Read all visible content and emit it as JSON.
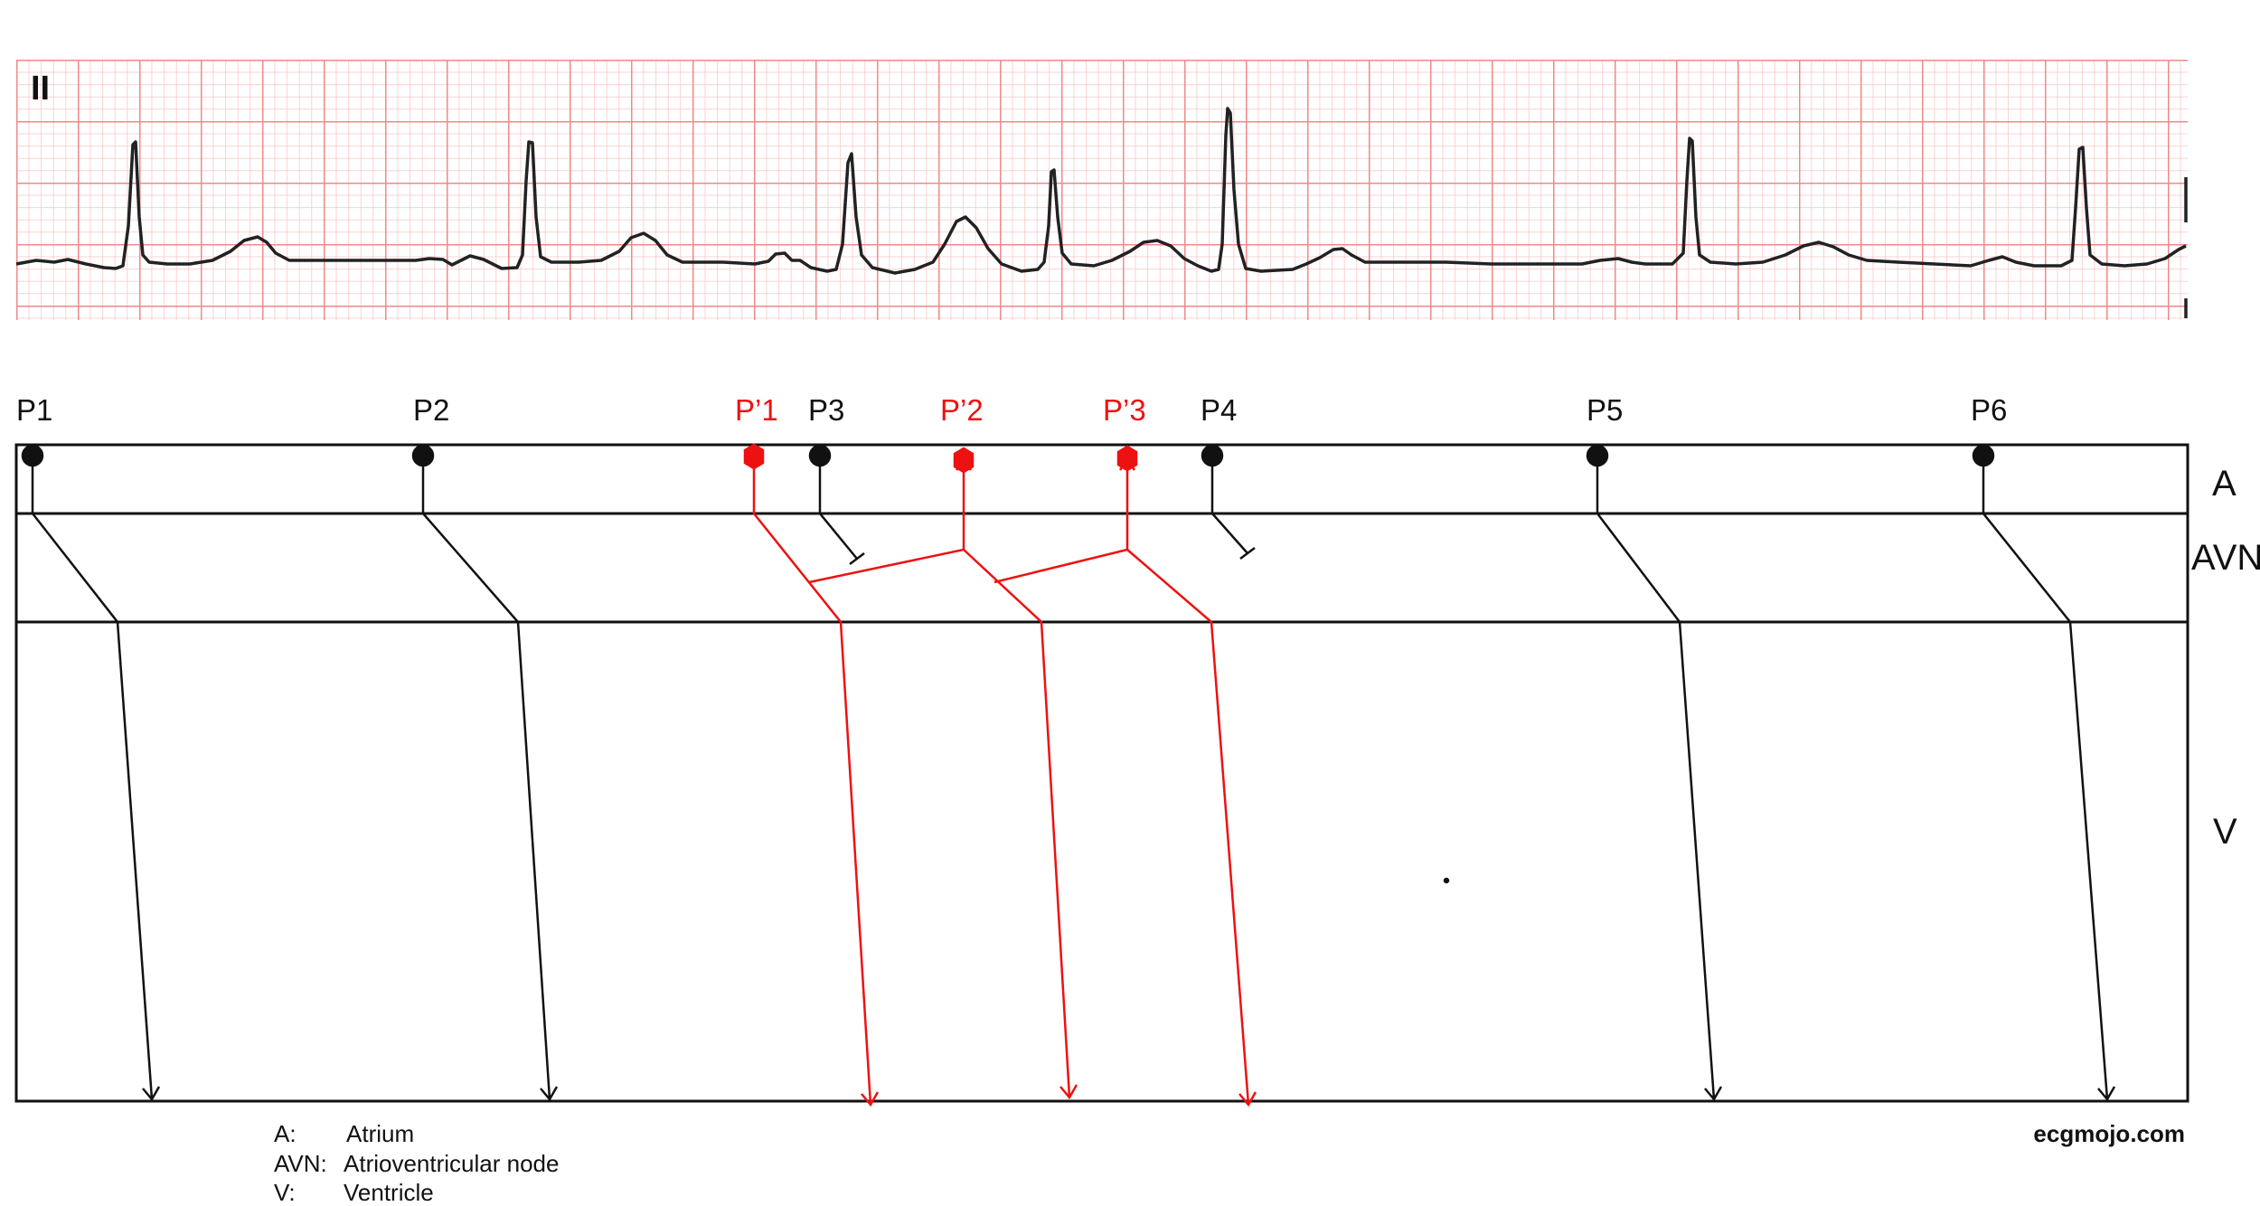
{
  "ecg": {
    "lead_label": "II"
  },
  "beats": [
    {
      "label": "P1",
      "ectopic": false
    },
    {
      "label": "P2",
      "ectopic": false
    },
    {
      "label": "P’1",
      "ectopic": true
    },
    {
      "label": "P3",
      "ectopic": false,
      "blocked": true
    },
    {
      "label": "P’2",
      "ectopic": true
    },
    {
      "label": "P’3",
      "ectopic": true
    },
    {
      "label": "P4",
      "ectopic": false,
      "blocked": true
    },
    {
      "label": "P5",
      "ectopic": false
    },
    {
      "label": "P6",
      "ectopic": false
    }
  ],
  "zones": {
    "atrium": "A",
    "av_node": "AVN",
    "ventricle": "V"
  },
  "legend": [
    {
      "abbr": "A:",
      "text": "Atrium"
    },
    {
      "abbr": "AVN:",
      "text": "Atrioventricular node"
    },
    {
      "abbr": "V:",
      "text": "Ventricle"
    }
  ],
  "brand": "ecgmojo.com",
  "colors": {
    "normal": "#111111",
    "ectopic": "#ee1111",
    "grid_major": "#f08d8d",
    "grid_minor": "#f7c4c4",
    "trace": "#222222"
  }
}
